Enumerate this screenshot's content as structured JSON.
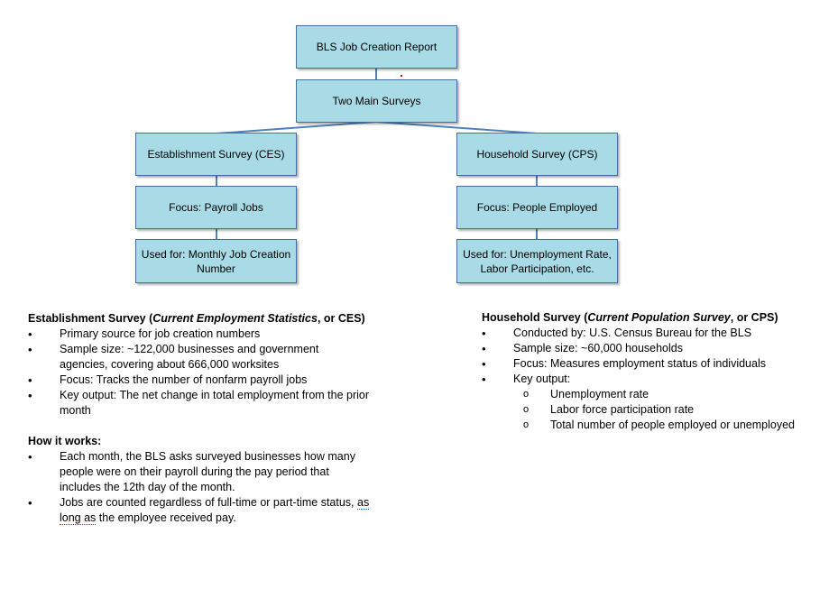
{
  "diagram": {
    "root": "BLS Job Creation Report",
    "level2": "Two Main Surveys",
    "left": {
      "survey": "Establishment Survey (CES)",
      "focus": "Focus: Payroll Jobs",
      "used_for": "Used for: Monthly Job Creation Number"
    },
    "right": {
      "survey": "Household Survey (CPS)",
      "focus": "Focus: People Employed",
      "used_for": "Used for: Unemployment Rate, Labor Participation, etc."
    },
    "colors": {
      "box_fill": "#a9dbe6",
      "box_border": "#41719c",
      "connector": "#4f81bd"
    }
  },
  "establishment": {
    "heading_prefix": "Establishment Survey (",
    "heading_italic": "Current Employment Statistics",
    "heading_suffix": ", or CES)",
    "bullets": [
      "Primary source for job creation numbers",
      "Sample size: ~122,000 businesses and government agencies, covering about 666,000 worksites",
      "Focus: Tracks the number of nonfarm payroll jobs",
      "Key output: The net change in total employment from the prior month"
    ],
    "how_heading": "How it works:",
    "how_bullets": [
      "Each month, the BLS asks surveyed businesses how many people were on their payroll during the pay period that includes the 12th day of the month.",
      "Jobs are counted regardless of full-time or part-time status,",
      "as long as",
      "the employee received pay."
    ]
  },
  "household": {
    "heading_prefix": "Household Survey (",
    "heading_italic": "Current Population Survey",
    "heading_suffix": ", or CPS)",
    "bullets": [
      "Conducted by: U.S. Census Bureau for the BLS",
      "Sample size: ~60,000 households",
      "Focus: Measures employment status of individuals",
      "Key output:"
    ],
    "sub_bullets": [
      "Unemployment rate",
      "Labor force participation rate",
      "Total number of people employed or unemployed"
    ]
  }
}
